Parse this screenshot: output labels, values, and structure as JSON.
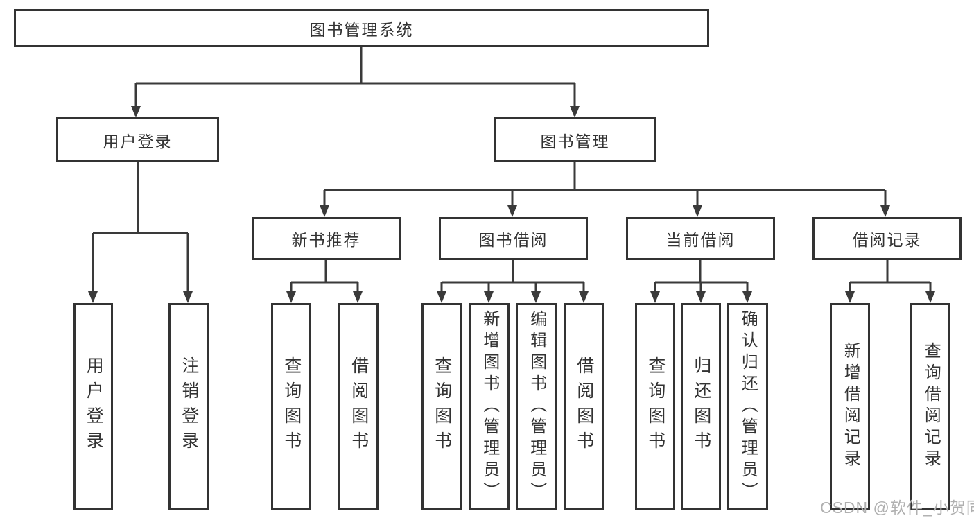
{
  "page": {
    "background": "#ffffff",
    "watermark": "CSDN @软件_小贺同学"
  },
  "colors": {
    "box_border": "#333333",
    "connector_line": "#3a3a3a",
    "text": "#333333",
    "watermark_text": "#b0b0b0"
  },
  "diagram_type": "hierarchy-tree",
  "structure": {
    "label": "图书管理系统",
    "children": [
      {
        "label": "用户登录",
        "children": [
          {
            "label": "用户登录"
          },
          {
            "label": "注销登录"
          }
        ]
      },
      {
        "label": "图书管理",
        "children": [
          {
            "label": "新书推荐",
            "children": [
              {
                "label": "查询图书"
              },
              {
                "label": "借阅图书"
              }
            ]
          },
          {
            "label": "图书借阅",
            "children": [
              {
                "label": "查询图书"
              },
              {
                "label": "新增图书（管理员）"
              },
              {
                "label": "编辑图书（管理员）"
              },
              {
                "label": "借阅图书"
              }
            ]
          },
          {
            "label": "当前借阅",
            "children": [
              {
                "label": "查询图书"
              },
              {
                "label": "归还图书"
              },
              {
                "label": "确认归还（管理员）"
              }
            ]
          },
          {
            "label": "借阅记录",
            "children": [
              {
                "label": "新增借阅记录"
              },
              {
                "label": "查询借阅记录"
              }
            ]
          }
        ]
      }
    ]
  }
}
